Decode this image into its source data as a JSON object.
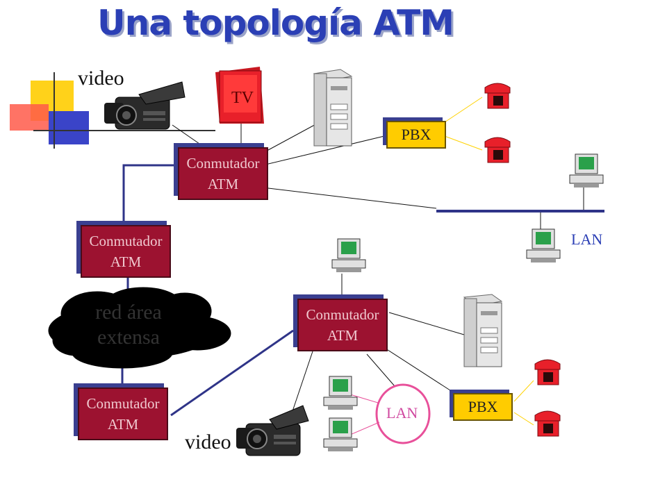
{
  "title": "Una topología ATM",
  "switch_label": "Conmutador ATM",
  "switch_line1": "Conmutador",
  "switch_line2": "ATM",
  "tv_label": "TV",
  "pbx_label": "PBX",
  "video_label": "video",
  "lan_label": "LAN",
  "wan_line1": "red área",
  "wan_line2": "extensa",
  "colors": {
    "title": "#2b3fb5",
    "switch": "#9c1230",
    "pbx": "#ffcc00",
    "trunk": "#2f3488",
    "tv": "#e8202a",
    "phone": "#e8202a",
    "lan_ring": "#e8509a"
  },
  "icons": [
    "camcorder-icon",
    "tv-icon",
    "server-tower-icon",
    "telephone-icon",
    "desktop-computer-icon",
    "cloud-icon"
  ]
}
